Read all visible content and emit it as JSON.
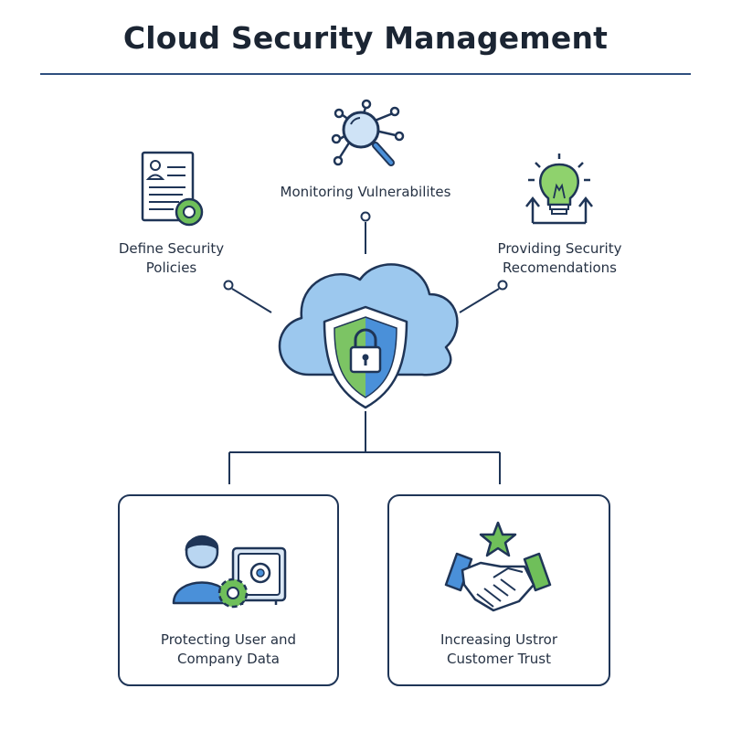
{
  "title": "Cloud Security Management",
  "colors": {
    "navy": "#1f3557",
    "blue": "#4a90d9",
    "light_blue": "#9cc8ee",
    "green": "#6fbf5a",
    "divider": "#2e4f7e"
  },
  "center": {
    "cloud_icon": "cloud-icon",
    "shield_icon": "shield-lock-icon"
  },
  "nodes": {
    "monitoring": {
      "icon": "magnifier-network-icon",
      "lines": [
        "Monitoring Vulnerabilites"
      ]
    },
    "define": {
      "icon": "policy-document-icon",
      "lines": [
        "Define Security",
        "Policies"
      ]
    },
    "provide": {
      "icon": "lightbulb-icon",
      "lines": [
        "Providing Security",
        "Recomendations"
      ]
    }
  },
  "cards": {
    "protect": {
      "icon": "user-safe-gear-icon",
      "lines": [
        "Protecting User and",
        "Company Data"
      ]
    },
    "trust": {
      "icon": "handshake-star-icon",
      "lines": [
        "Increasing Ustror",
        "Customer Trust"
      ]
    }
  }
}
